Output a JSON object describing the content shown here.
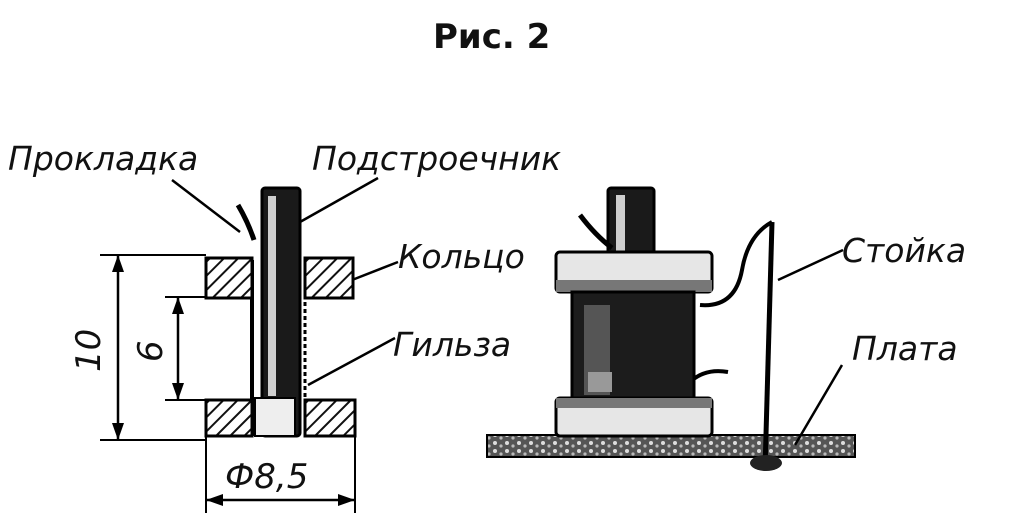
{
  "figure": {
    "title": "Рис. 2",
    "labels": {
      "gasket": "Прокладка",
      "trimmer": "Подстроечник",
      "ring": "Кольцо",
      "sleeve": "Гильза",
      "post": "Стойка",
      "board": "Плата"
    },
    "dimensions": {
      "height_total": "10",
      "height_inner": "6",
      "diameter": "Ф8,5"
    }
  }
}
